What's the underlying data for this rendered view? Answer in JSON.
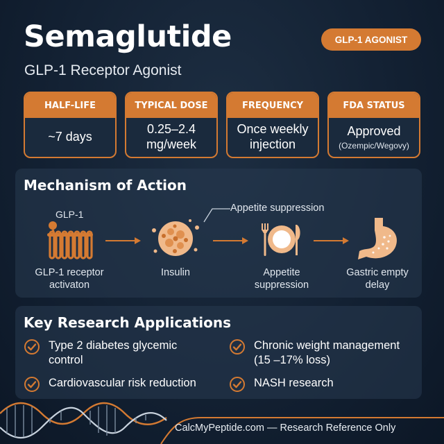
{
  "header": {
    "title": "Semaglutide",
    "subtitle": "GLP-1 Receptor Agonist",
    "badge": "GLP-1 AGONIST"
  },
  "stats": [
    {
      "label": "HALF-LIFE",
      "lines": [
        "~7 days"
      ],
      "note": ""
    },
    {
      "label": "TYPICAL DOSE",
      "lines": [
        "0.25–2.4",
        "mg/week"
      ],
      "note": ""
    },
    {
      "label": "FREQUENCY",
      "lines": [
        "Once weekly",
        "injection"
      ],
      "note": ""
    },
    {
      "label": "FDA STATUS",
      "lines": [
        "Approved"
      ],
      "note": "(Ozempic/Wegovy)"
    }
  ],
  "mechanism": {
    "title": "Mechanism of Action",
    "callout": "Appetite suppression",
    "glp1_tag": "GLP-1",
    "steps": [
      {
        "lines": [
          "GLP-1 receptor",
          "activaton"
        ],
        "icon": "receptor-icon"
      },
      {
        "lines": [
          "Insulin"
        ],
        "icon": "insulin-granule-icon"
      },
      {
        "lines": [
          "Appetite",
          "suppression"
        ],
        "icon": "plate-icon"
      },
      {
        "lines": [
          "Gastric empty",
          "delay"
        ],
        "icon": "stomach-icon"
      }
    ]
  },
  "applications": {
    "title": "Key Research Applications",
    "items": [
      {
        "lines": [
          "Type 2 diabetes glycemic",
          "control"
        ]
      },
      {
        "lines": [
          "Chronic weight management",
          "(15 –17% loss)"
        ]
      },
      {
        "lines": [
          "Cardiovascular risk reduction"
        ]
      },
      {
        "lines": [
          "NASH research"
        ]
      }
    ]
  },
  "footer": {
    "text": "CalcMyPeptide.com — Research Reference Only"
  },
  "colors": {
    "accent": "#d47a32",
    "background": "#132133",
    "panel": "#25374c"
  }
}
